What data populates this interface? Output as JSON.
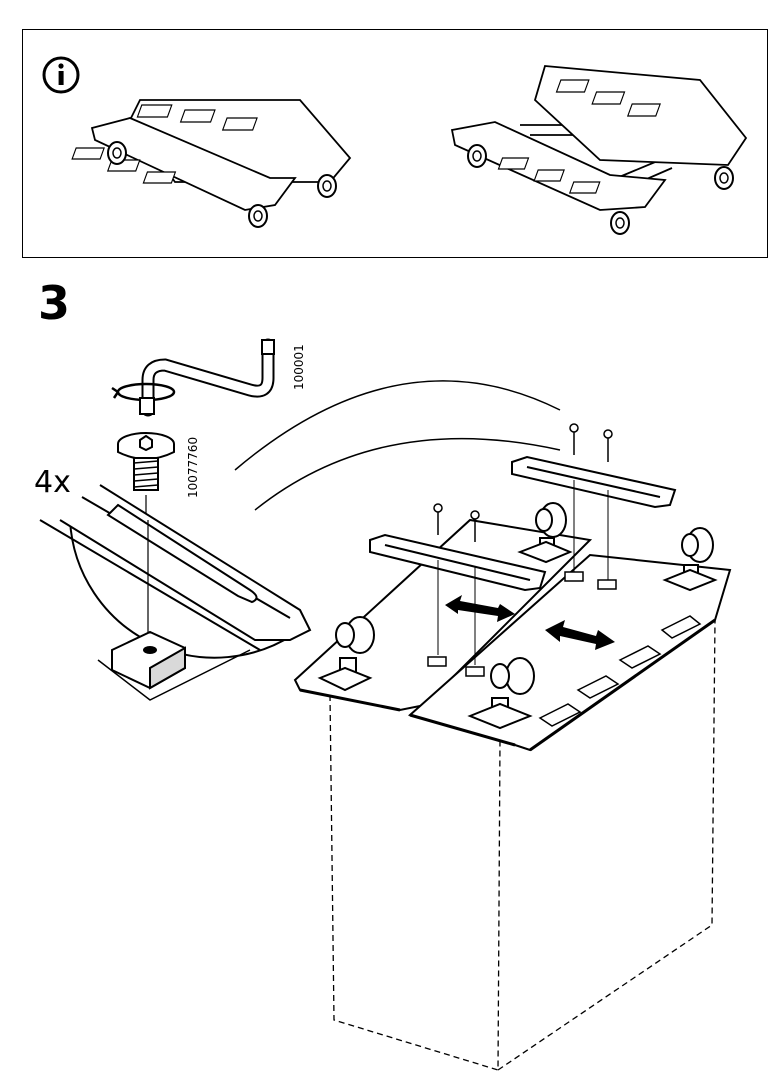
{
  "info": {
    "icon": "info-circle-icon",
    "variants": [
      "casters-mounted-narrow",
      "casters-mounted-wide"
    ]
  },
  "step": {
    "number": "3",
    "quantity": "4x",
    "tool_part_number": "100001",
    "screw_part_number": "10077760",
    "adjustment": "slide-rails-icon"
  },
  "colors": {
    "ink": "#000000",
    "fill": "#ffffff",
    "shade": "#d9d9d9"
  }
}
